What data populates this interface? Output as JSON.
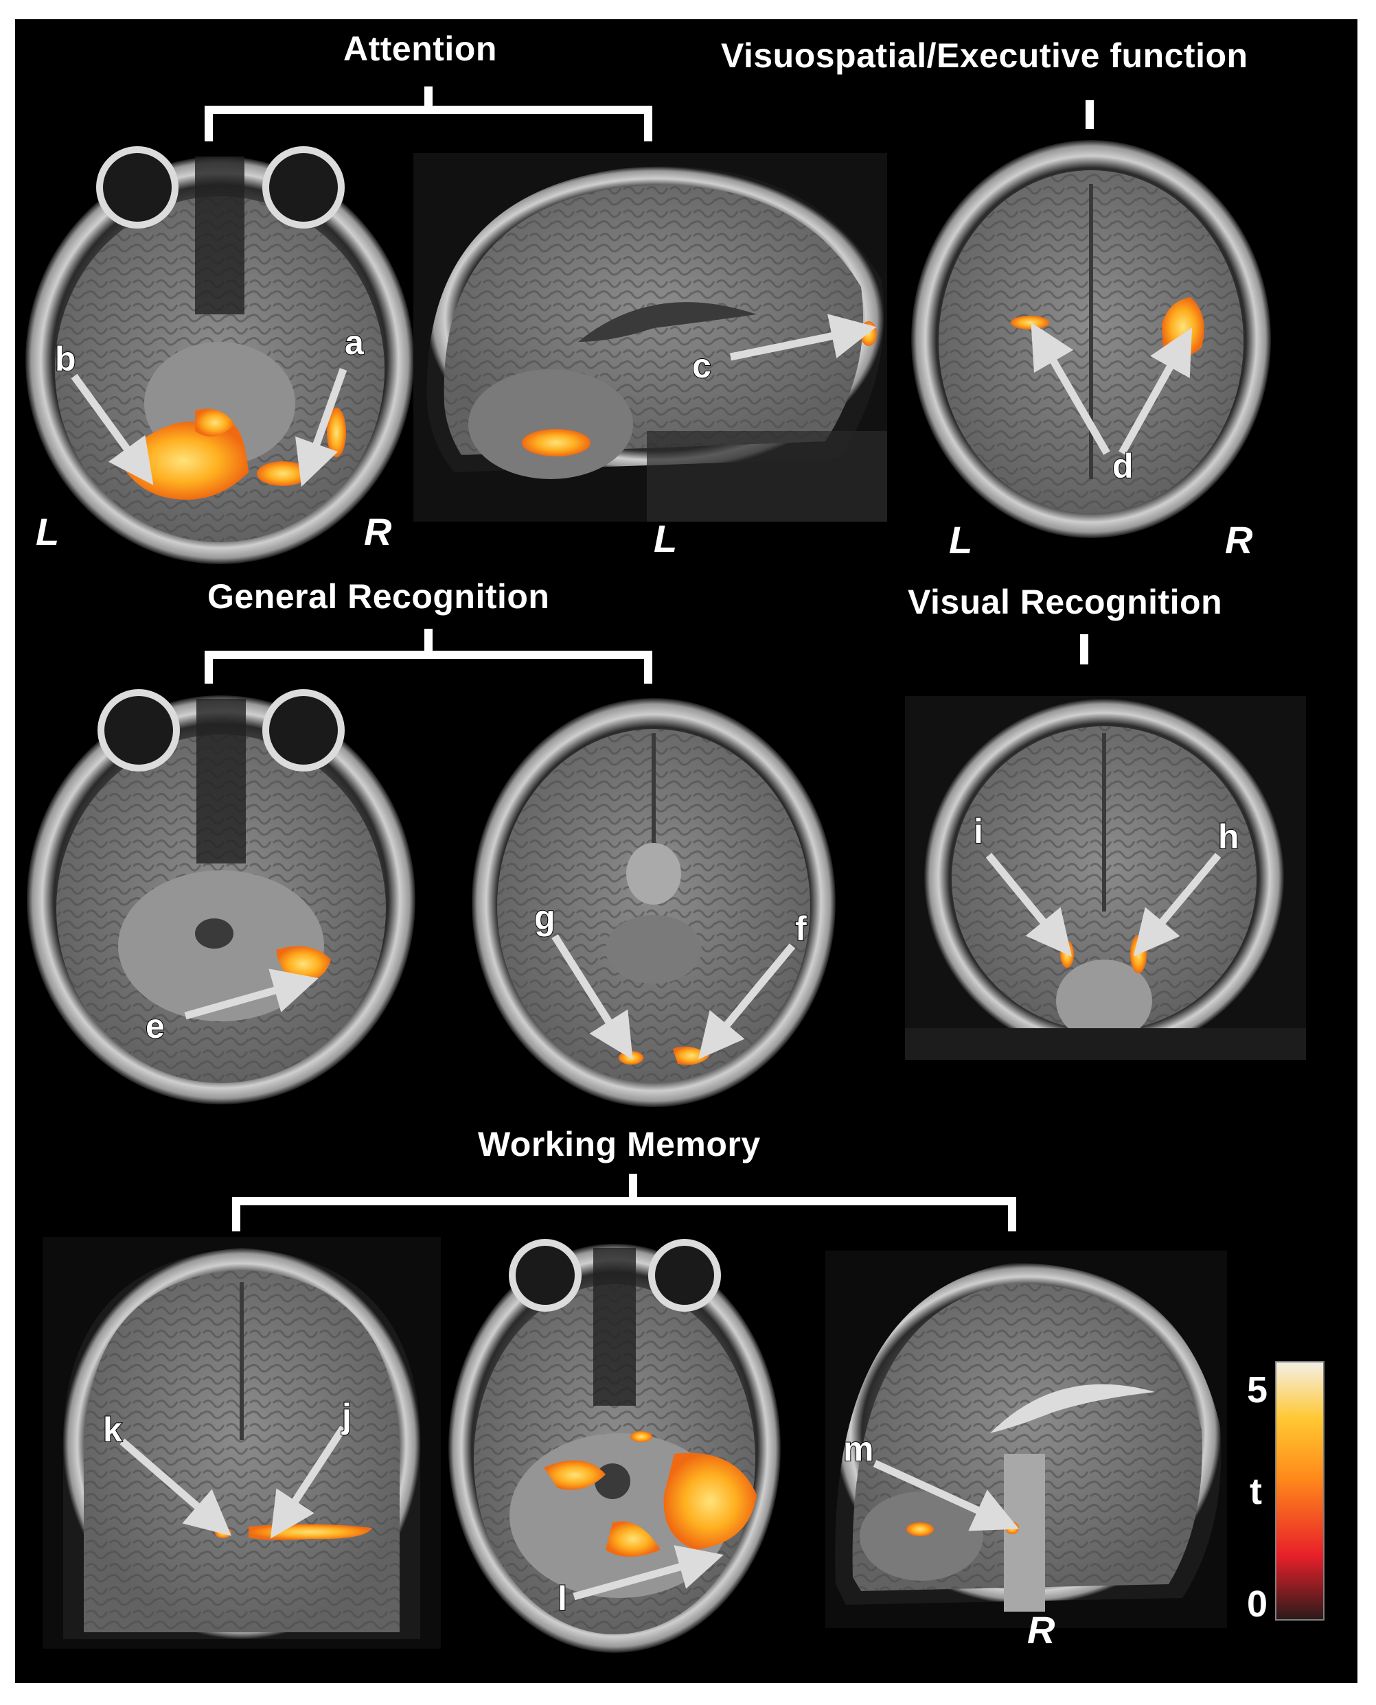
{
  "sections": {
    "attention": "Attention",
    "visuospatial": "Visuospatial/Executive function",
    "general_recognition": "General Recognition",
    "visual_recognition": "Visual Recognition",
    "working_memory": "Working Memory"
  },
  "orientation": {
    "left": "L",
    "right": "R"
  },
  "region_labels": [
    "a",
    "b",
    "c",
    "d",
    "e",
    "f",
    "g",
    "h",
    "i",
    "j",
    "k",
    "l",
    "m"
  ],
  "colorbar": {
    "max_label": "5",
    "mid_label": "t",
    "min_label": "0",
    "colors": [
      "#2a1a1a",
      "#e8202a",
      "#ff8a1a",
      "#ffc832",
      "#f4f0e8"
    ]
  },
  "colors": {
    "background": "#000000",
    "activation": "#ff9a1a",
    "arrow": "#dcdcdc"
  }
}
